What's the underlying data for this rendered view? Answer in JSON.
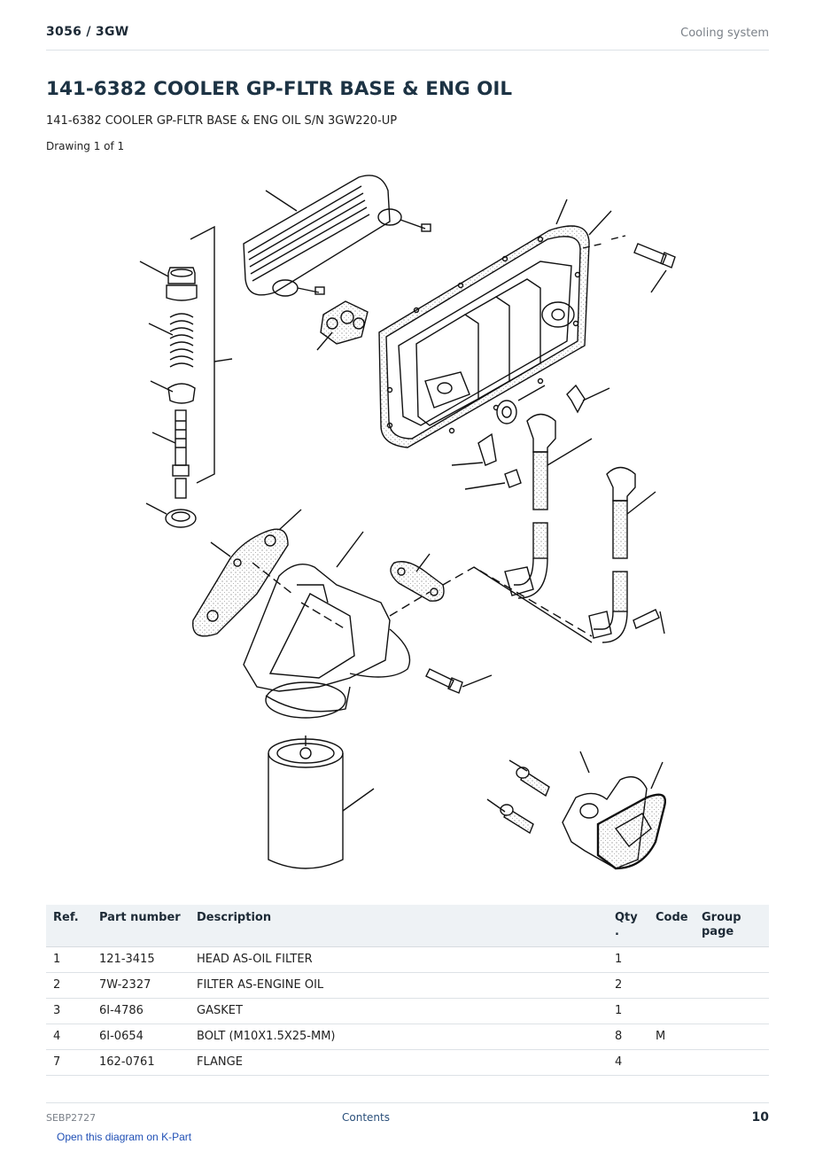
{
  "header": {
    "model": "3056  /  3GW",
    "section": "Cooling system"
  },
  "title": "141-6382 COOLER GP-FLTR BASE & ENG OIL",
  "subtitle": "141-6382 COOLER GP-FLTR BASE & ENG OIL S/N 3GW220-UP",
  "drawing_label": "Drawing 1 of 1",
  "table": {
    "headers": {
      "ref": "Ref.",
      "part_number": "Part number",
      "description": "Description",
      "qty": "Qty\n.",
      "code": "Code",
      "group_page": "Group\npage"
    },
    "rows": [
      {
        "ref": "1",
        "part_number": "121-3415",
        "description": "HEAD AS-OIL FILTER",
        "qty": "1",
        "code": "",
        "group_page": ""
      },
      {
        "ref": "2",
        "part_number": "7W-2327",
        "description": "FILTER AS-ENGINE OIL",
        "qty": "2",
        "code": "",
        "group_page": ""
      },
      {
        "ref": "3",
        "part_number": "6I-4786",
        "description": "GASKET",
        "qty": "1",
        "code": "",
        "group_page": ""
      },
      {
        "ref": "4",
        "part_number": "6I-0654",
        "description": "BOLT (M10X1.5X25-MM)",
        "qty": "8",
        "code": "M",
        "group_page": ""
      },
      {
        "ref": "7",
        "part_number": "162-0761",
        "description": "FLANGE",
        "qty": "4",
        "code": "",
        "group_page": ""
      }
    ]
  },
  "footer": {
    "doc_id": "SEBP2727",
    "contents_link": "Contents",
    "page_number": "10"
  },
  "kpart_link": "Open this diagram on K-Part"
}
